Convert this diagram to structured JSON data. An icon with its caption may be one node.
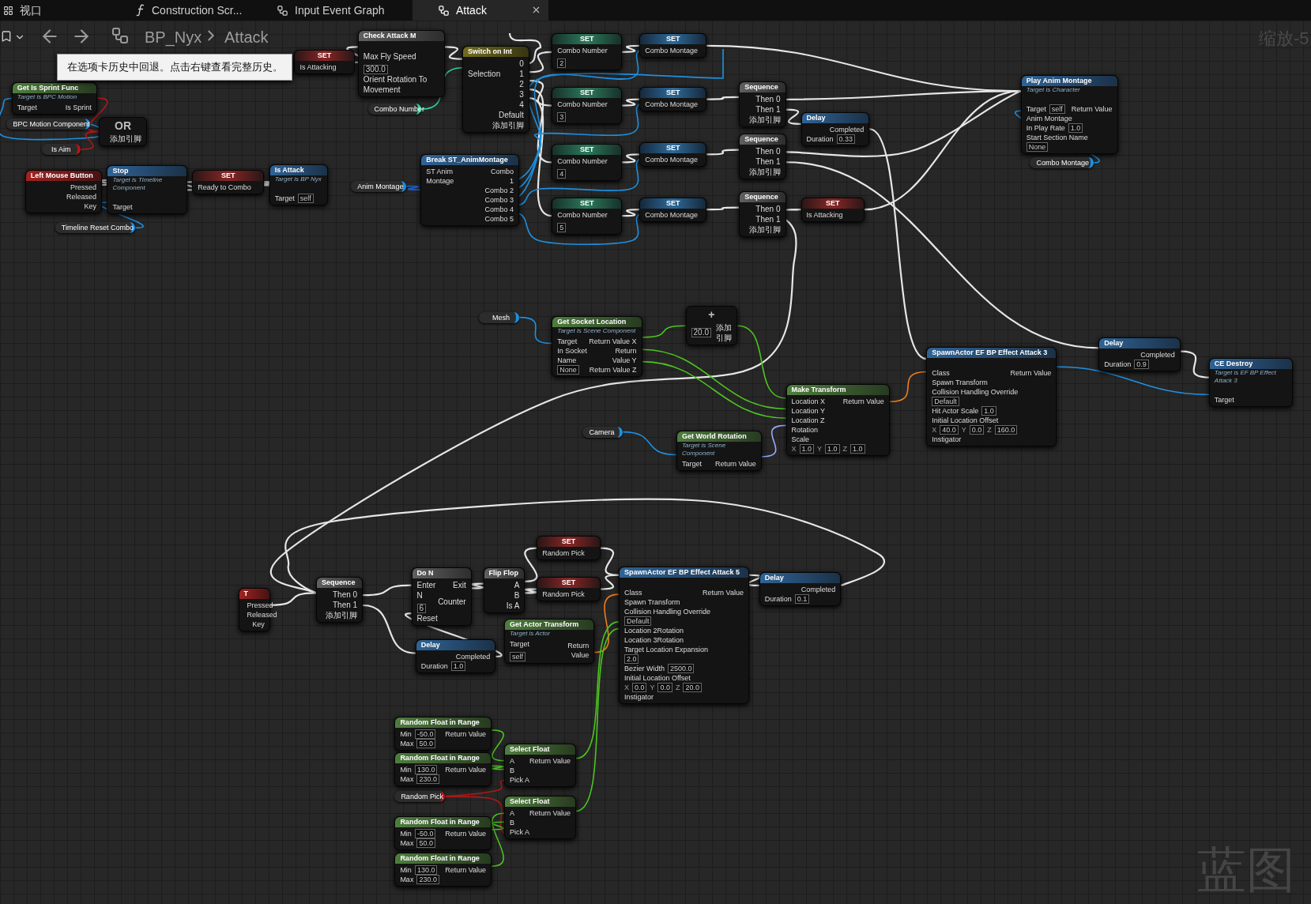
{
  "diagram": {
    "nodes": [
      {
        "text": [
          "Get Is Sprint Func",
          "Target is BPC Motion",
          "Target",
          "Is Sprint"
        ]
      },
      {
        "text": [
          "BPC Motion Component"
        ]
      },
      {
        "text": [
          "Is Aim"
        ]
      },
      {
        "text": [
          "OR",
          "添加引脚"
        ]
      },
      {
        "text": [
          "SET",
          "Is Attacking"
        ]
      },
      {
        "text": [
          "Check Attack M",
          "Max Fly Speed",
          "300.0",
          "Orient Rotation To Movement"
        ]
      },
      {
        "text": [
          "Switch on Int",
          "0",
          "Selection",
          "1",
          "2",
          "3",
          "4",
          "Default",
          "添加引脚"
        ]
      },
      {
        "text": [
          "Combo Number"
        ]
      },
      {
        "text": [
          "Break ST_AnimMontage",
          "ST Anim Montage",
          "Combo 1",
          "Combo 2",
          "Combo 3",
          "Combo 4",
          "Combo 5"
        ]
      },
      {
        "text": [
          "Anim Montage"
        ]
      },
      {
        "text": [
          "Left Mouse Button",
          "Pressed",
          "Released",
          "Key"
        ]
      },
      {
        "text": [
          "Stop",
          "Target is Timeline Component",
          "Target"
        ]
      },
      {
        "text": [
          "Timeline Reset Combo"
        ]
      },
      {
        "text": [
          "SET",
          "Ready to Combo"
        ]
      },
      {
        "text": [
          "Is Attack",
          "Target is BP Nyx",
          "Target",
          "self"
        ]
      },
      {
        "text": [
          "SET",
          "Combo Number",
          "2"
        ]
      },
      {
        "text": [
          "SET",
          "Combo Montage"
        ]
      },
      {
        "text": [
          "SET",
          "Combo Number",
          "3"
        ]
      },
      {
        "text": [
          "SET",
          "Combo Montage"
        ]
      },
      {
        "text": [
          "SET",
          "Combo Number",
          "4"
        ]
      },
      {
        "text": [
          "SET",
          "Combo Montage"
        ]
      },
      {
        "text": [
          "SET",
          "Combo Number",
          "5"
        ]
      },
      {
        "text": [
          "SET",
          "Combo Montage"
        ]
      },
      {
        "text": [
          "Sequence",
          "Then 0",
          "Then 1",
          "添加引脚"
        ]
      },
      {
        "text": [
          "Delay",
          "Completed",
          "Duration",
          "0.33"
        ]
      },
      {
        "text": [
          "Sequence",
          "Then 0",
          "Then 1",
          "添加引脚"
        ]
      },
      {
        "text": [
          "Sequence",
          "Then 0",
          "Then 1",
          "添加引脚"
        ]
      },
      {
        "text": [
          "SET",
          "Is Attacking"
        ]
      },
      {
        "text": [
          "Play Anim Montage",
          "Target is Character",
          "Target",
          "self",
          "Return Value",
          "Anim Montage",
          "In Play Rate",
          "1.0",
          "Start Section Name",
          "None"
        ]
      },
      {
        "text": [
          "Combo Montage"
        ]
      },
      {
        "text": [
          "Mesh"
        ]
      },
      {
        "text": [
          "Get Socket Location",
          "Target is Scene Component",
          "Target",
          "Return Value X",
          "In Socket Name",
          "Return Value Y",
          "None",
          "Return Value Z"
        ]
      },
      {
        "text": [
          "+",
          "20.0",
          "添加引脚"
        ]
      },
      {
        "text": [
          "Make Transform",
          "Location X",
          "Return Value",
          "Location Y",
          "Location Z",
          "Rotation",
          "Scale",
          "X",
          "1.0",
          "Y",
          "1.0",
          "Z",
          "1.0"
        ]
      },
      {
        "text": [
          "Camera"
        ]
      },
      {
        "text": [
          "Get World Rotation",
          "Target is Scene Component",
          "Target",
          "Return Value"
        ]
      },
      {
        "text": [
          "SpawnActor EF BP Effect Attack 3",
          "Class",
          "Return Value",
          "Spawn Transform",
          "Collision Handling Override",
          "Default",
          "Hit Actor Scale",
          "1.0",
          "Initial Location Offset",
          "X",
          "40.0",
          "Y",
          "0.0",
          "Z",
          "160.0",
          "Instigator"
        ]
      },
      {
        "text": [
          "Delay",
          "Completed",
          "Duration",
          "0.9"
        ]
      },
      {
        "text": [
          "CE Destroy",
          "Target is EF BP Effect Attack 3",
          "Target"
        ]
      },
      {
        "text": [
          "T",
          "Pressed",
          "Released",
          "Key"
        ]
      },
      {
        "text": [
          "Sequence",
          "Then 0",
          "Then 1",
          "添加引脚"
        ]
      },
      {
        "text": [
          "Do N",
          "Enter",
          "Exit",
          "N",
          "6",
          "Counter",
          "Reset"
        ]
      },
      {
        "text": [
          "Flip Flop",
          "A",
          "B",
          "Is A"
        ]
      },
      {
        "text": [
          "SET",
          "Random Pick"
        ]
      },
      {
        "text": [
          "SET",
          "Random Pick"
        ]
      },
      {
        "text": [
          "SpawnActor EF BP Effect Attack 5",
          "Class",
          "Return Value",
          "Spawn Transform",
          "Collision Handling Override",
          "Default",
          "Location 2Rotation",
          "Location 3Rotation",
          "Target Location Expansion",
          "2.0",
          "Bezier Width",
          "2500.0",
          "Initial Location Offset",
          "X",
          "0.0",
          "Y",
          "0.0",
          "Z",
          "20.0",
          "Instigator"
        ]
      },
      {
        "text": [
          "Delay",
          "Completed",
          "Duration",
          "0.1"
        ]
      },
      {
        "text": [
          "Get Actor Transform",
          "Target is Actor",
          "Target",
          "self",
          "Return Value"
        ]
      },
      {
        "text": [
          "Delay",
          "Completed",
          "Duration",
          "1.0"
        ]
      },
      {
        "text": [
          "Random Float in Range",
          "Min",
          "-50.0",
          "Return Value",
          "Max",
          "50.0"
        ]
      },
      {
        "text": [
          "Random Float in Range",
          "Min",
          "130.0",
          "Return Value",
          "Max",
          "230.0"
        ]
      },
      {
        "text": [
          "Random Pick"
        ]
      },
      {
        "text": [
          "Random Float in Range",
          "Min",
          "-50.0",
          "Return Value",
          "Max",
          "50.0"
        ]
      },
      {
        "text": [
          "Random Float in Range",
          "Min",
          "130.0",
          "Return Value",
          "Max",
          "230.0"
        ]
      },
      {
        "text": [
          "Select Float",
          "A",
          "Return Value",
          "B",
          "Pick A"
        ]
      },
      {
        "text": [
          "Select Float",
          "A",
          "Return Value",
          "B",
          "Pick A"
        ]
      }
    ],
    "edges": [
      {
        "from": 1,
        "to": 0,
        "arrow": "none",
        "color": "#1e90e0"
      },
      {
        "from": 0,
        "to": 3,
        "arrow": "none",
        "color": "#b01818"
      },
      {
        "from": 2,
        "to": 3,
        "arrow": "none",
        "color": "#b01818"
      },
      {
        "from": 4,
        "to": 5,
        "arrow": "none"
      },
      {
        "from": 5,
        "to": 6,
        "arrow": "none"
      },
      {
        "from": 7,
        "to": 6,
        "arrow": "none",
        "color": "#2fd3a0"
      },
      {
        "from": 6,
        "to": 15,
        "arrow": "none"
      },
      {
        "from": 6,
        "to": 17,
        "arrow": "none"
      },
      {
        "from": 6,
        "to": 19,
        "arrow": "none"
      },
      {
        "from": 6,
        "to": 21,
        "arrow": "none"
      },
      {
        "from": 9,
        "to": 8,
        "arrow": "none",
        "color": "#1a5fd0"
      },
      {
        "from": 8,
        "to": null,
        "arrow": "none",
        "color": "#1e90e0"
      },
      {
        "from": 8,
        "to": 16,
        "arrow": "none",
        "color": "#1e90e0"
      },
      {
        "from": 8,
        "to": 18,
        "arrow": "none",
        "color": "#1e90e0"
      },
      {
        "from": 8,
        "to": 20,
        "arrow": "none",
        "color": "#1e90e0"
      },
      {
        "from": 8,
        "to": 22,
        "arrow": "none",
        "color": "#1e90e0"
      },
      {
        "from": 15,
        "to": 16,
        "arrow": "none"
      },
      {
        "from": 17,
        "to": 18,
        "arrow": "none"
      },
      {
        "from": 19,
        "to": 20,
        "arrow": "none"
      },
      {
        "from": 21,
        "to": 22,
        "arrow": "none"
      },
      {
        "from": 16,
        "to": 28,
        "arrow": "none"
      },
      {
        "from": 18,
        "to": 23,
        "arrow": "none"
      },
      {
        "from": 23,
        "to": 28,
        "arrow": "none"
      },
      {
        "from": 23,
        "to": 24,
        "arrow": "none"
      },
      {
        "from": 20,
        "to": 25,
        "arrow": "none"
      },
      {
        "from": 25,
        "to": 28,
        "arrow": "none"
      },
      {
        "from": 25,
        "to": 37,
        "arrow": "none"
      },
      {
        "from": 24,
        "to": 36,
        "arrow": "none"
      },
      {
        "from": 22,
        "to": 26,
        "arrow": "none"
      },
      {
        "from": 26,
        "to": 27,
        "arrow": "none"
      },
      {
        "from": 27,
        "to": 28,
        "arrow": "none"
      },
      {
        "from": 26,
        "to": 40,
        "arrow": "none"
      },
      {
        "from": 29,
        "to": 28,
        "arrow": "none",
        "color": "#1e90e0"
      },
      {
        "from": 10,
        "to": 11,
        "arrow": "none"
      },
      {
        "from": 12,
        "to": 11,
        "arrow": "none",
        "color": "#1e90e0"
      },
      {
        "from": 11,
        "to": 13,
        "arrow": "none"
      },
      {
        "from": 13,
        "to": 14,
        "arrow": "none"
      },
      {
        "from": 30,
        "to": 31,
        "arrow": "none",
        "color": "#1e90e0"
      },
      {
        "from": 31,
        "to": 32,
        "arrow": "none",
        "color": "#4cc41f"
      },
      {
        "from": 32,
        "to": 33,
        "arrow": "none",
        "color": "#4cc41f"
      },
      {
        "from": 31,
        "to": 33,
        "arrow": "none",
        "color": "#4cc41f"
      },
      {
        "from": 31,
        "to": 33,
        "arrow": "none",
        "color": "#4cc41f"
      },
      {
        "from": 34,
        "to": 35,
        "arrow": "none",
        "color": "#1e90e0"
      },
      {
        "from": 35,
        "to": 33,
        "arrow": "none",
        "color": "#9aa8ff"
      },
      {
        "from": 33,
        "to": 36,
        "arrow": "none",
        "color": "#f07d1a"
      },
      {
        "from": 37,
        "to": 38,
        "arrow": "none"
      },
      {
        "from": 36,
        "to": 38,
        "arrow": "none",
        "color": "#1e90e0"
      },
      {
        "from": 39,
        "to": 40,
        "arrow": "none"
      },
      {
        "from": 40,
        "to": 41,
        "arrow": "none"
      },
      {
        "from": 40,
        "to": 48,
        "arrow": "none"
      },
      {
        "from": 48,
        "to": 41,
        "arrow": "none"
      },
      {
        "from": 41,
        "to": 42,
        "arrow": "none"
      },
      {
        "from": 42,
        "to": 43,
        "arrow": "none"
      },
      {
        "from": 42,
        "to": 44,
        "arrow": "none"
      },
      {
        "from": 43,
        "to": 45,
        "arrow": "none"
      },
      {
        "from": 44,
        "to": 45,
        "arrow": "none"
      },
      {
        "from": 45,
        "to": 46,
        "arrow": "none"
      },
      {
        "from": 46,
        "to": 40,
        "arrow": "none"
      },
      {
        "from": 47,
        "to": 45,
        "arrow": "none",
        "color": "#f07d1a"
      },
      {
        "from": 49,
        "to": 54,
        "arrow": "none",
        "color": "#4cc41f"
      },
      {
        "from": 50,
        "to": 54,
        "arrow": "none",
        "color": "#4cc41f"
      },
      {
        "from": 51,
        "to": 54,
        "arrow": "none",
        "color": "#b01818"
      },
      {
        "from": 51,
        "to": 55,
        "arrow": "none",
        "color": "#b01818"
      },
      {
        "from": 52,
        "to": 55,
        "arrow": "none",
        "color": "#4cc41f"
      },
      {
        "from": 53,
        "to": 55,
        "arrow": "none",
        "color": "#4cc41f"
      },
      {
        "from": 54,
        "to": 45,
        "arrow": "none",
        "color": "#4cc41f"
      },
      {
        "from": 55,
        "to": 45,
        "arrow": "none",
        "color": "#4cc41f"
      },
      {
        "from": 6,
        "to": null,
        "arrow": "none"
      }
    ],
    "labels": [
      "视口",
      "Construction Scr...",
      "Input Event Graph",
      "Attack",
      "BP_Nyx",
      "Attack",
      "在选项卡历史中回退。点击右键查看完整历史。",
      "缩放-5",
      "蓝图"
    ]
  }
}
